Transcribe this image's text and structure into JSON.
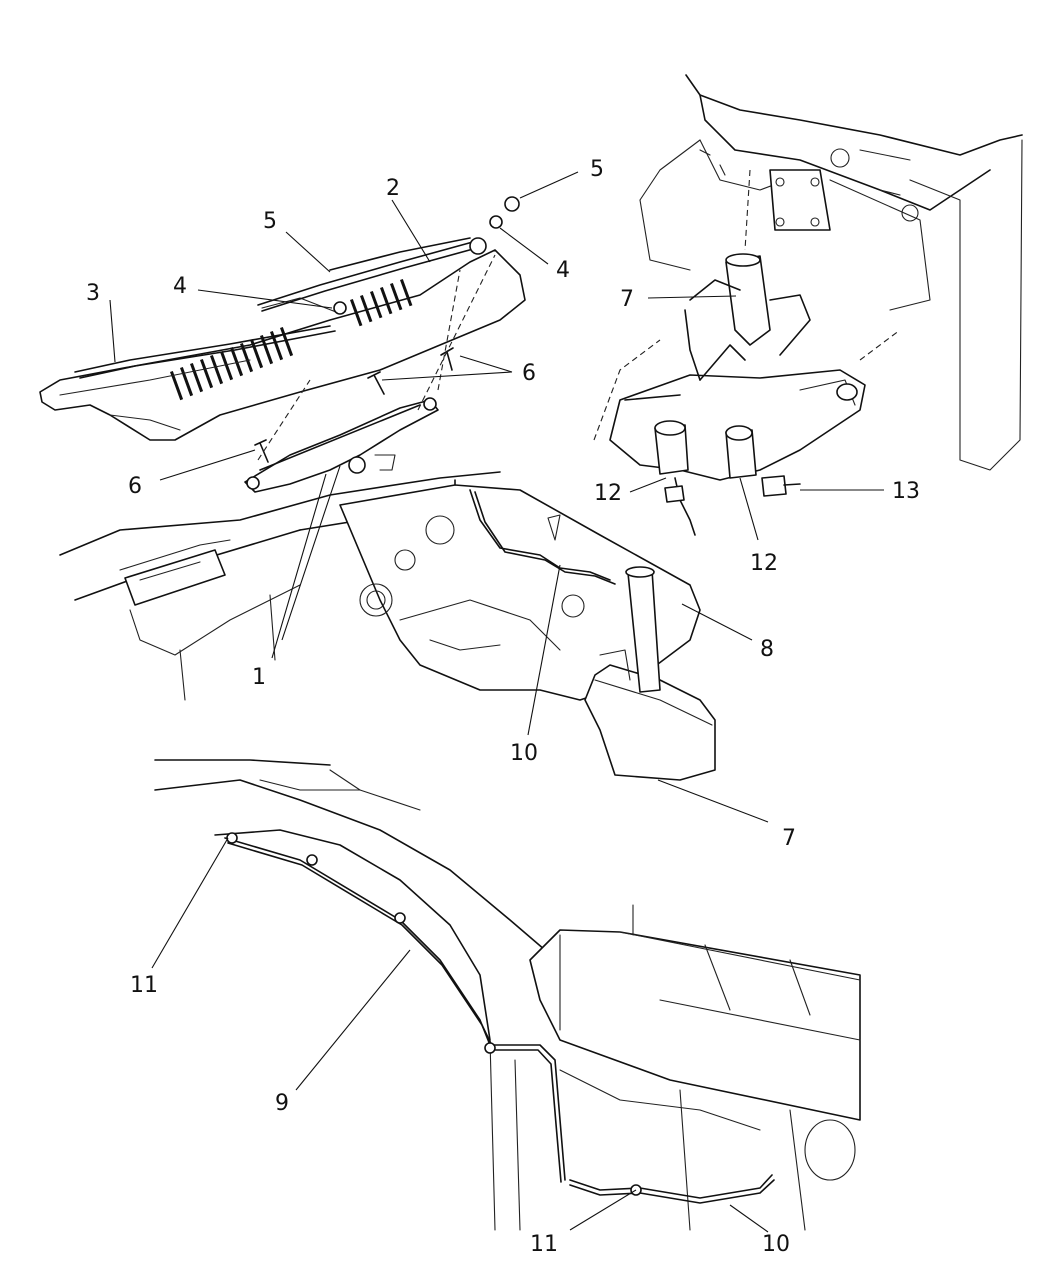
{
  "callouts": [
    {
      "id": "c1",
      "text": "1"
    },
    {
      "id": "c2",
      "text": "2"
    },
    {
      "id": "c3",
      "text": "3"
    },
    {
      "id": "c4a",
      "text": "4"
    },
    {
      "id": "c4b",
      "text": "4"
    },
    {
      "id": "c5a",
      "text": "5"
    },
    {
      "id": "c5b",
      "text": "5"
    },
    {
      "id": "c6a",
      "text": "6"
    },
    {
      "id": "c6b",
      "text": "6"
    },
    {
      "id": "c7a",
      "text": "7"
    },
    {
      "id": "c7b",
      "text": "7"
    },
    {
      "id": "c8",
      "text": "8"
    },
    {
      "id": "c9",
      "text": "9"
    },
    {
      "id": "c10a",
      "text": "10"
    },
    {
      "id": "c10b",
      "text": "10"
    },
    {
      "id": "c11a",
      "text": "11"
    },
    {
      "id": "c11b",
      "text": "11"
    },
    {
      "id": "c12a",
      "text": "12"
    },
    {
      "id": "c12b",
      "text": "12"
    },
    {
      "id": "c13",
      "text": "13"
    }
  ]
}
